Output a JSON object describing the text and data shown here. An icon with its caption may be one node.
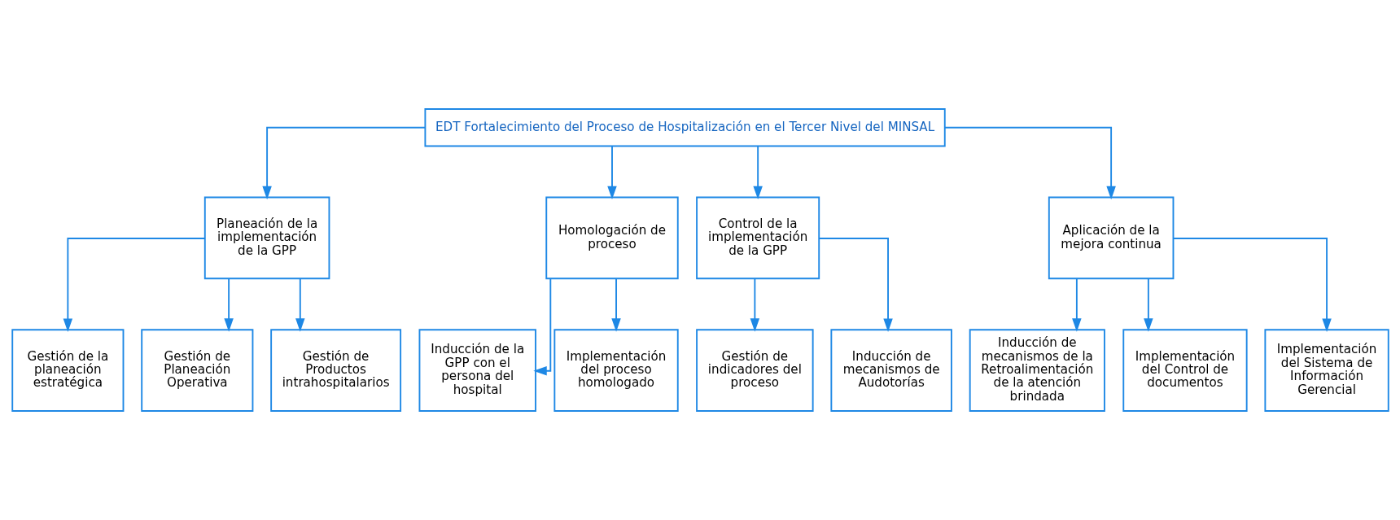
{
  "diagram": {
    "nodes": [
      {
        "text": [
          "EDT Fortalecimiento del Proceso de Hospitalización en el Tercer Nivel del MINSAL"
        ]
      },
      {
        "text": [
          "Planeación de la implementación de la GPP"
        ]
      },
      {
        "text": [
          "Homologación de proceso"
        ]
      },
      {
        "text": [
          "Control de la implementación de la GPP"
        ]
      },
      {
        "text": [
          "Aplicación de la mejora continua"
        ]
      },
      {
        "text": [
          "Gestión de la planeación estratégica"
        ]
      },
      {
        "text": [
          "Gestión de Planeación Operativa"
        ]
      },
      {
        "text": [
          "Gestión de Productos intrahospitalarios"
        ]
      },
      {
        "text": [
          "Inducción de la GPP con el persona del hospital"
        ]
      },
      {
        "text": [
          "Implementación del proceso homologado"
        ]
      },
      {
        "text": [
          "Gestión de indicadores del proceso"
        ]
      },
      {
        "text": [
          "Inducción de mecanismos de Audotorías"
        ]
      },
      {
        "text": [
          "Inducción de mecanismos de la Retroalimentación de la atención brindada"
        ]
      },
      {
        "text": [
          "Implementación del Control de documentos"
        ]
      },
      {
        "text": [
          "Implementación del Sistema de Información Gerencial"
        ]
      }
    ],
    "edges": [
      {
        "from": 0,
        "to": 1,
        "arrow": "to"
      },
      {
        "from": 0,
        "to": 2,
        "arrow": "to"
      },
      {
        "from": 0,
        "to": 3,
        "arrow": "to"
      },
      {
        "from": 0,
        "to": 4,
        "arrow": "to"
      },
      {
        "from": 1,
        "to": 5,
        "arrow": "to"
      },
      {
        "from": 1,
        "to": 6,
        "arrow": "to"
      },
      {
        "from": 1,
        "to": 7,
        "arrow": "to"
      },
      {
        "from": 2,
        "to": 8,
        "arrow": "to"
      },
      {
        "from": 2,
        "to": 9,
        "arrow": "to"
      },
      {
        "from": 3,
        "to": 10,
        "arrow": "to"
      },
      {
        "from": 3,
        "to": 11,
        "arrow": "to"
      },
      {
        "from": 4,
        "to": 12,
        "arrow": "to"
      },
      {
        "from": 4,
        "to": 13,
        "arrow": "to"
      },
      {
        "from": 4,
        "to": 14,
        "arrow": "to"
      }
    ]
  }
}
